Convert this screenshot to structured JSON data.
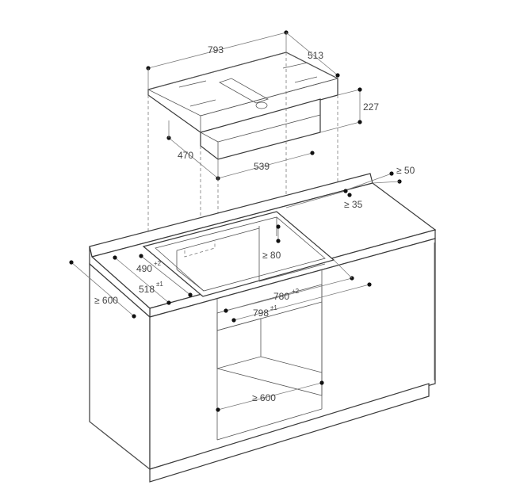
{
  "diagram": {
    "labels": {
      "width_top": "793",
      "depth_top": "513",
      "height_hob": "227",
      "body_depth": "470",
      "body_width": "539",
      "clear_back": "≥ 50",
      "clear_back2": "≥ 35",
      "clear_front_side": "≥ 80",
      "cutout_depth": "490",
      "cutout_depth_tol": "+2",
      "cutout_depth_outer": "518",
      "cutout_depth_outer_tol": "±1",
      "counter_depth": "≥ 600",
      "cutout_width": "780",
      "cutout_width_tol": "+2",
      "cutout_width_outer": "798",
      "cutout_width_outer_tol": "±1",
      "cabinet_width": "≥ 600"
    },
    "colors": {
      "line": "#3a3a3a",
      "dim": "#7a7a7a",
      "dot": "#111111",
      "text": "#444444"
    }
  }
}
